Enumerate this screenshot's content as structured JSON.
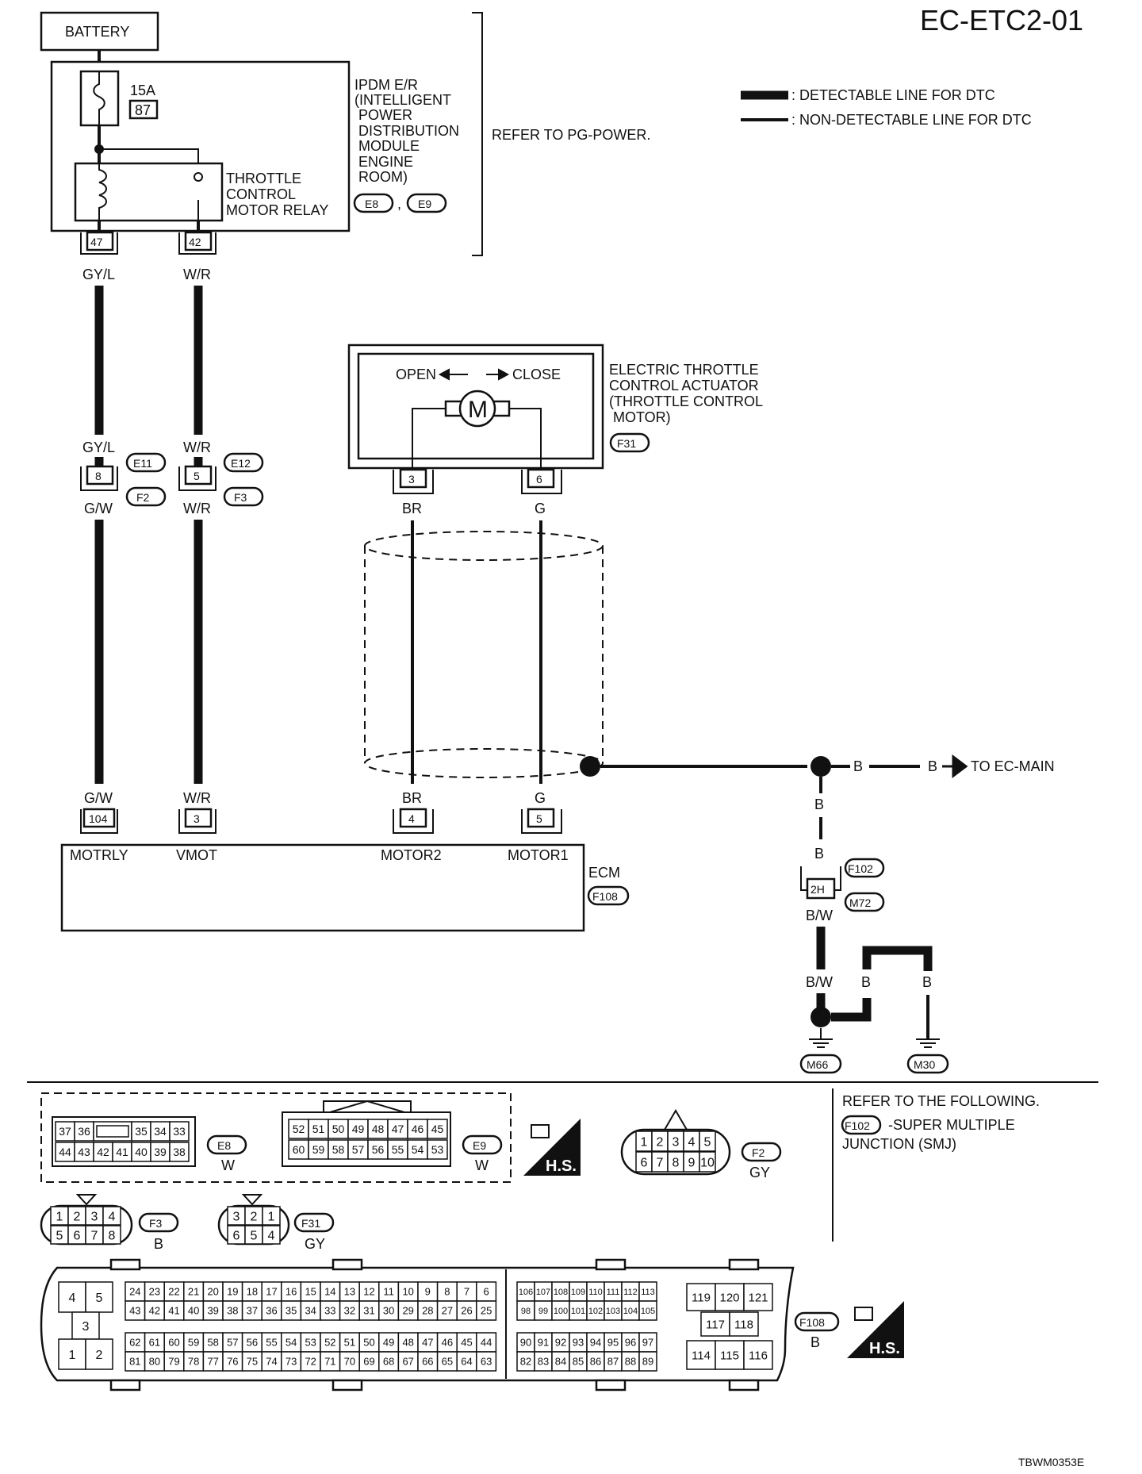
{
  "page": {
    "title": "EC-ETC2-01",
    "refer_pg_power": "REFER TO PG-POWER.",
    "footer_code": "TBWM0353E"
  },
  "legend": {
    "detectable": ": DETECTABLE LINE FOR DTC",
    "non_detectable": ": NON-DETECTABLE LINE FOR DTC"
  },
  "components": {
    "battery": "BATTERY",
    "fuse_amp": "15A",
    "fuse_no": "87",
    "ipdm_lines": [
      "IPDM E/R",
      "(INTELLIGENT",
      "POWER",
      "DISTRIBUTION",
      "MODULE",
      "ENGINE",
      "ROOM)"
    ],
    "ipdm_conn_1": "E8",
    "ipdm_conn_2": "E9",
    "relay_lines": [
      "THROTTLE",
      "CONTROL",
      "MOTOR RELAY"
    ],
    "actuator_lines": [
      "ELECTRIC THROTTLE",
      "CONTROL ACTUATOR",
      "(THROTTLE CONTROL",
      "MOTOR)"
    ],
    "actuator_conn": "F31",
    "open": "OPEN",
    "close": "CLOSE",
    "motor": "M",
    "ecm": "ECM",
    "ecm_conn": "F108",
    "to_ec_main": "TO EC-MAIN",
    "joint_conn_1": "F102",
    "joint_conn_2": "M72",
    "joint_pin": "2H",
    "ground_1": "M66",
    "ground_2": "M30"
  },
  "pins": {
    "relay_in": "47",
    "relay_out": "42",
    "mid_1": "8",
    "mid_2": "5",
    "act_1": "3",
    "act_2": "6",
    "ecm_1": "104",
    "ecm_2": "3",
    "ecm_3": "4",
    "ecm_4": "5"
  },
  "wires": {
    "gyl": "GY/L",
    "wr": "W/R",
    "gw": "G/W",
    "br": "BR",
    "g": "G",
    "b": "B",
    "bw": "B/W"
  },
  "connectors_mid": {
    "e11": "E11",
    "f2": "F2",
    "e12": "E12",
    "f3": "F3"
  },
  "ecm_terminals": {
    "motrly": "MOTRLY",
    "vmot": "VMOT",
    "motor2": "MOTOR2",
    "motor1": "MOTOR1"
  },
  "connector_views": {
    "e8": {
      "id": "E8",
      "color": "W",
      "top": [
        "37",
        "36",
        "",
        "35",
        "34",
        "33"
      ],
      "bottom": [
        "44",
        "43",
        "42",
        "41",
        "40",
        "39",
        "38"
      ]
    },
    "e9": {
      "id": "E9",
      "color": "W",
      "top": [
        "52",
        "51",
        "50",
        "49",
        "48",
        "47",
        "46",
        "45"
      ],
      "bottom": [
        "60",
        "59",
        "58",
        "57",
        "56",
        "55",
        "54",
        "53"
      ]
    },
    "f2": {
      "id": "F2",
      "color": "GY",
      "top": [
        "1",
        "2",
        "3",
        "4",
        "5"
      ],
      "bottom": [
        "6",
        "7",
        "8",
        "9",
        "10"
      ]
    },
    "f3": {
      "id": "F3",
      "color": "B",
      "top": [
        "1",
        "2",
        "3",
        "4"
      ],
      "bottom": [
        "5",
        "6",
        "7",
        "8"
      ]
    },
    "f31": {
      "id": "F31",
      "color": "GY",
      "top": [
        "3",
        "2",
        "1"
      ],
      "bottom": [
        "6",
        "5",
        "4"
      ]
    },
    "f108": {
      "id": "F108",
      "color": "B",
      "left": [
        "4",
        "5",
        "3",
        "1",
        "2"
      ],
      "row1": [
        "24",
        "23",
        "22",
        "21",
        "20",
        "19",
        "18",
        "17",
        "16",
        "15",
        "14",
        "13",
        "12",
        "11",
        "10",
        "9",
        "8",
        "7",
        "6"
      ],
      "row2": [
        "43",
        "42",
        "41",
        "40",
        "39",
        "38",
        "37",
        "36",
        "35",
        "34",
        "33",
        "32",
        "31",
        "30",
        "29",
        "28",
        "27",
        "26",
        "25"
      ],
      "row3": [
        "62",
        "61",
        "60",
        "59",
        "58",
        "57",
        "56",
        "55",
        "54",
        "53",
        "52",
        "51",
        "50",
        "49",
        "48",
        "47",
        "46",
        "45",
        "44"
      ],
      "row4": [
        "81",
        "80",
        "79",
        "78",
        "77",
        "76",
        "75",
        "74",
        "73",
        "72",
        "71",
        "70",
        "69",
        "68",
        "67",
        "66",
        "65",
        "64",
        "63"
      ],
      "mid1": [
        "106",
        "107",
        "108",
        "109",
        "110",
        "111",
        "112",
        "113"
      ],
      "mid2": [
        "98",
        "99",
        "100",
        "101",
        "102",
        "103",
        "104",
        "105"
      ],
      "mid3": [
        "90",
        "91",
        "92",
        "93",
        "94",
        "95",
        "96",
        "97"
      ],
      "mid4": [
        "82",
        "83",
        "84",
        "85",
        "86",
        "87",
        "88",
        "89"
      ],
      "right1": [
        "119",
        "120",
        "121"
      ],
      "right2": [
        "117",
        "118"
      ],
      "right3": [
        "114",
        "115",
        "116"
      ]
    }
  },
  "hs_label": "H.S.",
  "refer_following": "REFER TO THE FOLLOWING.",
  "smj_ref_conn": "F102",
  "smj_ref_text_1": "-SUPER MULTIPLE",
  "smj_ref_text_2": "JUNCTION (SMJ)"
}
